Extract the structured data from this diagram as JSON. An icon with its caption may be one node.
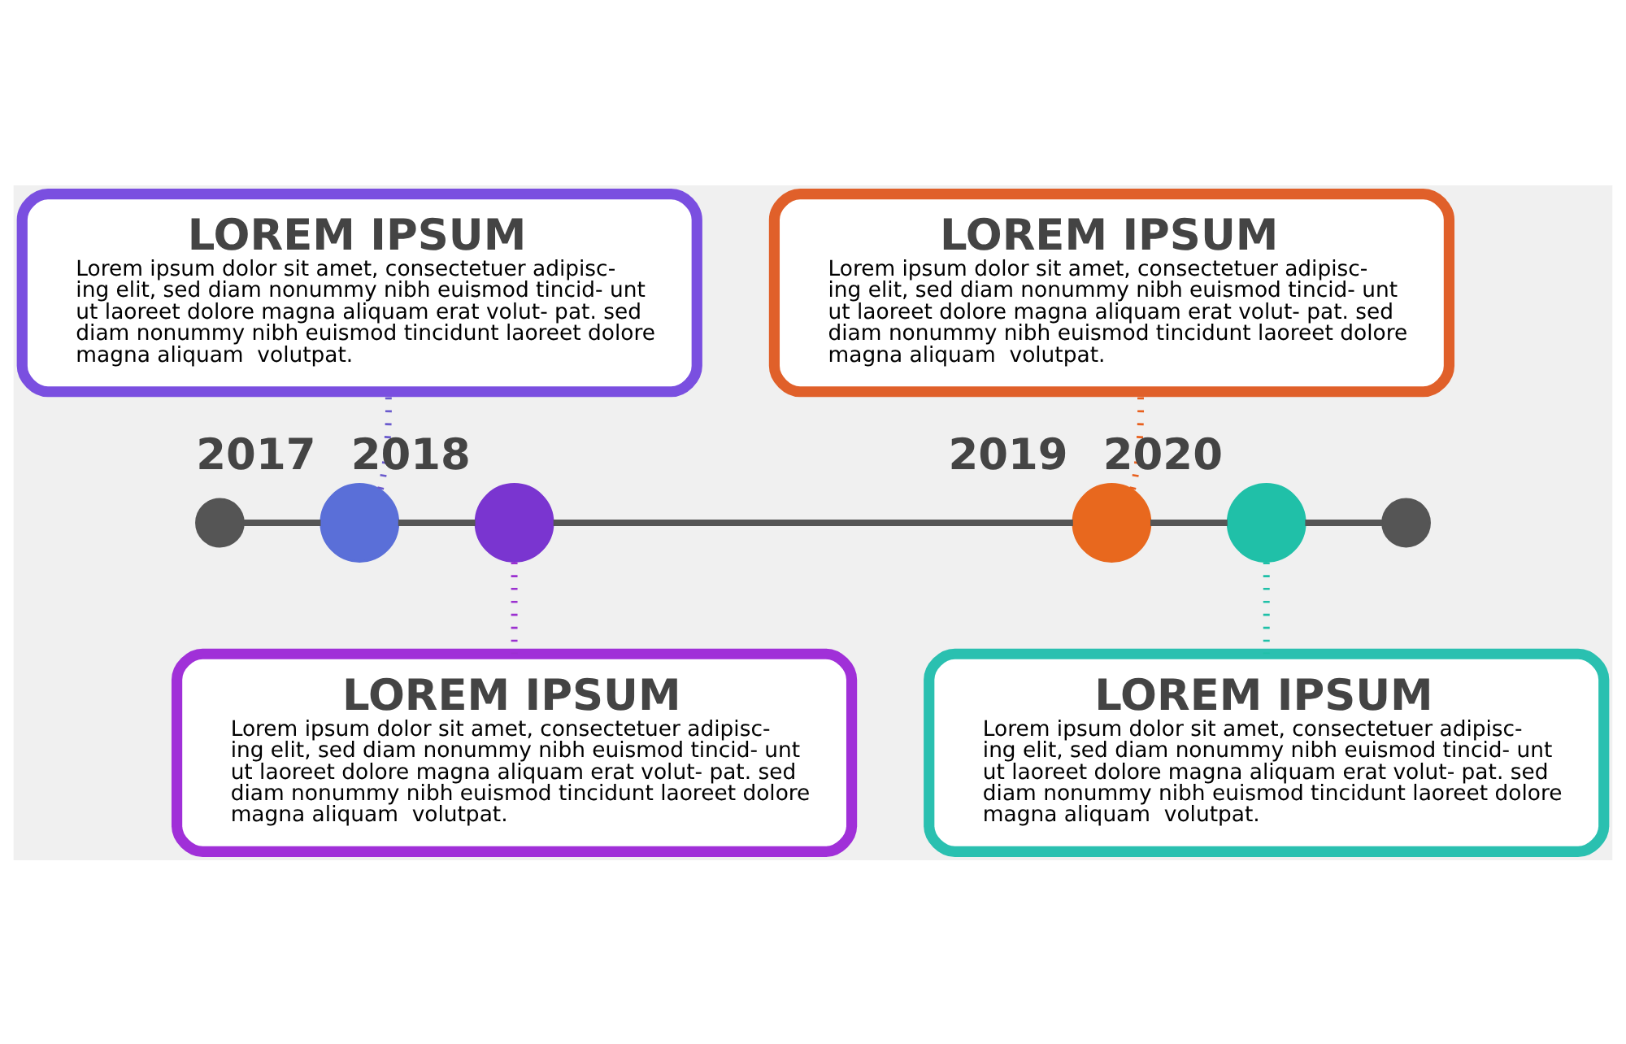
{
  "diagram": {
    "nodes": [
      {
        "text": [
          "LOREM IPSUM",
          "Lorem ipsum dolor sit amet, consectetuer adipisc- ing elit, sed diam nonummy nibh euismod tincid- unt ut laoreet dolore magna aliquam erat volut- pat. sed diam nonummy nibh euismod tincidunt laoreet dolore magna aliquam  volutpat."
        ]
      },
      {
        "text": [
          "LOREM IPSUM",
          "Lorem ipsum dolor sit amet, consectetuer adipisc- ing elit, sed diam nonummy nibh euismod tincid- unt ut laoreet dolore magna aliquam erat volut- pat. sed diam nonummy nibh euismod tincidunt laoreet dolore magna aliquam  volutpat."
        ]
      },
      {
        "text": [],
        "shape": "circle"
      },
      {
        "text": [],
        "shape": "circle",
        "beside": [
          "2017"
        ]
      },
      {
        "text": [],
        "shape": "circle",
        "beside": [
          "2018"
        ]
      },
      {
        "text": [],
        "shape": "circle",
        "beside": [
          "2019"
        ]
      },
      {
        "text": [],
        "shape": "circle",
        "beside": [
          "2020"
        ]
      },
      {
        "text": [],
        "shape": "circle"
      },
      {
        "text": [
          "LOREM IPSUM",
          "Lorem ipsum dolor sit amet, consectetuer adipisc- ing elit, sed diam nonummy nibh euismod tincid- unt ut laoreet dolore magna aliquam erat volut- pat. sed diam nonummy nibh euismod tincidunt laoreet dolore magna aliquam  volutpat."
        ]
      },
      {
        "text": [
          "LOREM IPSUM",
          "Lorem ipsum dolor sit amet, consectetuer adipisc- ing elit, sed diam nonummy nibh euismod tincid- unt ut laoreet dolore magna aliquam erat volut- pat. sed diam nonummy nibh euismod tincidunt laoreet dolore magna aliquam  volutpat."
        ]
      }
    ],
    "edges": [
      {
        "from": 2,
        "to": 3,
        "arrow": "none"
      },
      {
        "from": 3,
        "to": 4,
        "arrow": "none"
      },
      {
        "from": 4,
        "to": 5,
        "arrow": "none"
      },
      {
        "from": 5,
        "to": 6,
        "arrow": "none"
      },
      {
        "from": 6,
        "to": 7,
        "arrow": "none"
      },
      {
        "from": 3,
        "to": 0,
        "arrow": "none",
        "style": "dashed",
        "color": "#6a5acd"
      },
      {
        "from": 4,
        "to": 8,
        "arrow": "none",
        "style": "dashed",
        "color": "#9b30d0"
      },
      {
        "from": 5,
        "to": 1,
        "arrow": "none",
        "style": "dashed",
        "color": "#e8601e"
      },
      {
        "from": 6,
        "to": 9,
        "arrow": "none",
        "style": "dashed",
        "color": "#1fc0a8"
      }
    ]
  }
}
